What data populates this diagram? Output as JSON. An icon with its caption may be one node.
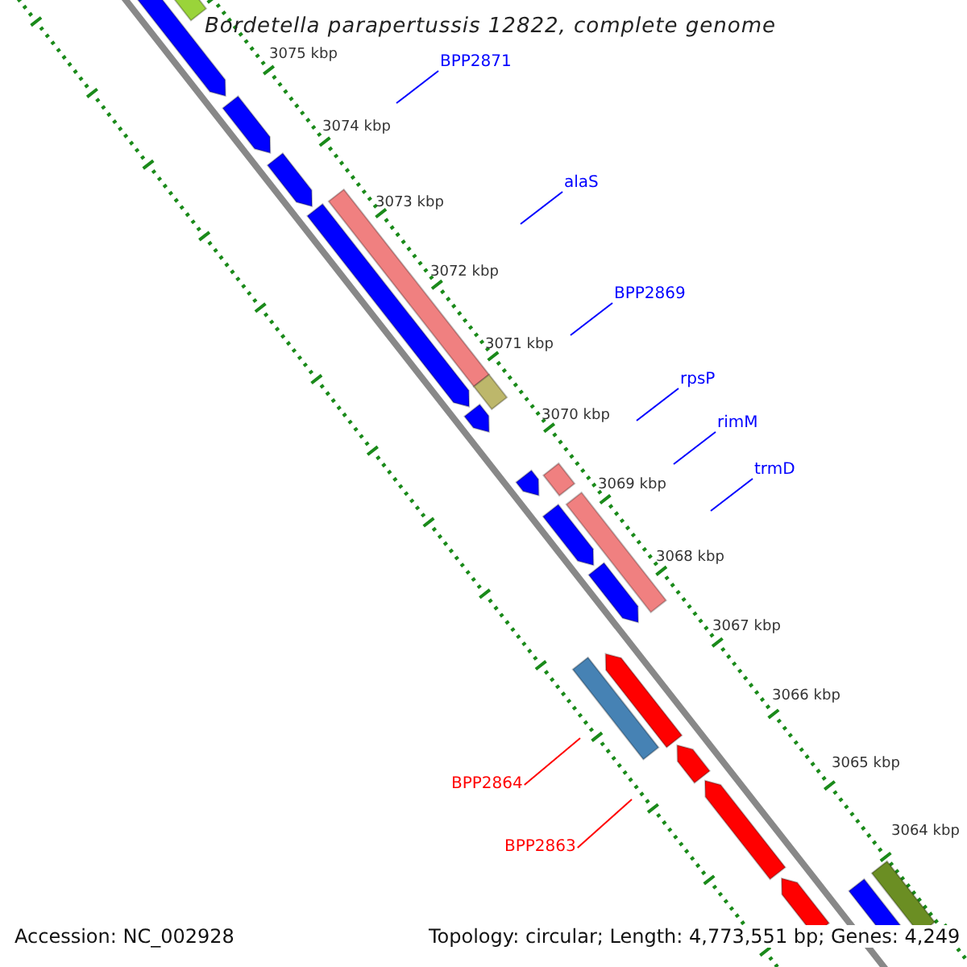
{
  "diagram": {
    "title": "Bordetella parapertussis 12822, complete genome",
    "nodes": [
      {
        "text": [
          "BPP2871"
        ]
      },
      {
        "text": [
          "alaS"
        ]
      },
      {
        "text": [
          "BPP2869"
        ]
      },
      {
        "text": [
          "rpsP"
        ]
      },
      {
        "text": [
          "rimM"
        ]
      },
      {
        "text": [
          "trmD"
        ]
      },
      {
        "text": [
          "BPP2864"
        ]
      },
      {
        "text": [
          "BPP2863"
        ]
      }
    ],
    "edges": [
      {
        "from": 0,
        "to": null,
        "arrow": "none"
      },
      {
        "from": 1,
        "to": null,
        "arrow": "none"
      },
      {
        "from": 2,
        "to": null,
        "arrow": "none"
      },
      {
        "from": 3,
        "to": null,
        "arrow": "none"
      },
      {
        "from": 4,
        "to": null,
        "arrow": "none"
      },
      {
        "from": 5,
        "to": null,
        "arrow": "none"
      },
      {
        "from": 6,
        "to": null,
        "arrow": "none",
        "color": "#ff0000"
      },
      {
        "from": 7,
        "to": null,
        "arrow": "none",
        "color": "#ff0000"
      }
    ],
    "labels": [
      "3075 kbp",
      "3074 kbp",
      "3073 kbp",
      "3072 kbp",
      "3071 kbp",
      "3070 kbp",
      "3069 kbp",
      "3068 kbp",
      "3067 kbp",
      "3066 kbp",
      "3065 kbp",
      "3064 kbp",
      "Accession: NC_002928",
      "Topology: circular; Length: 4,773,551 bp; Genes: 4,249"
    ]
  }
}
